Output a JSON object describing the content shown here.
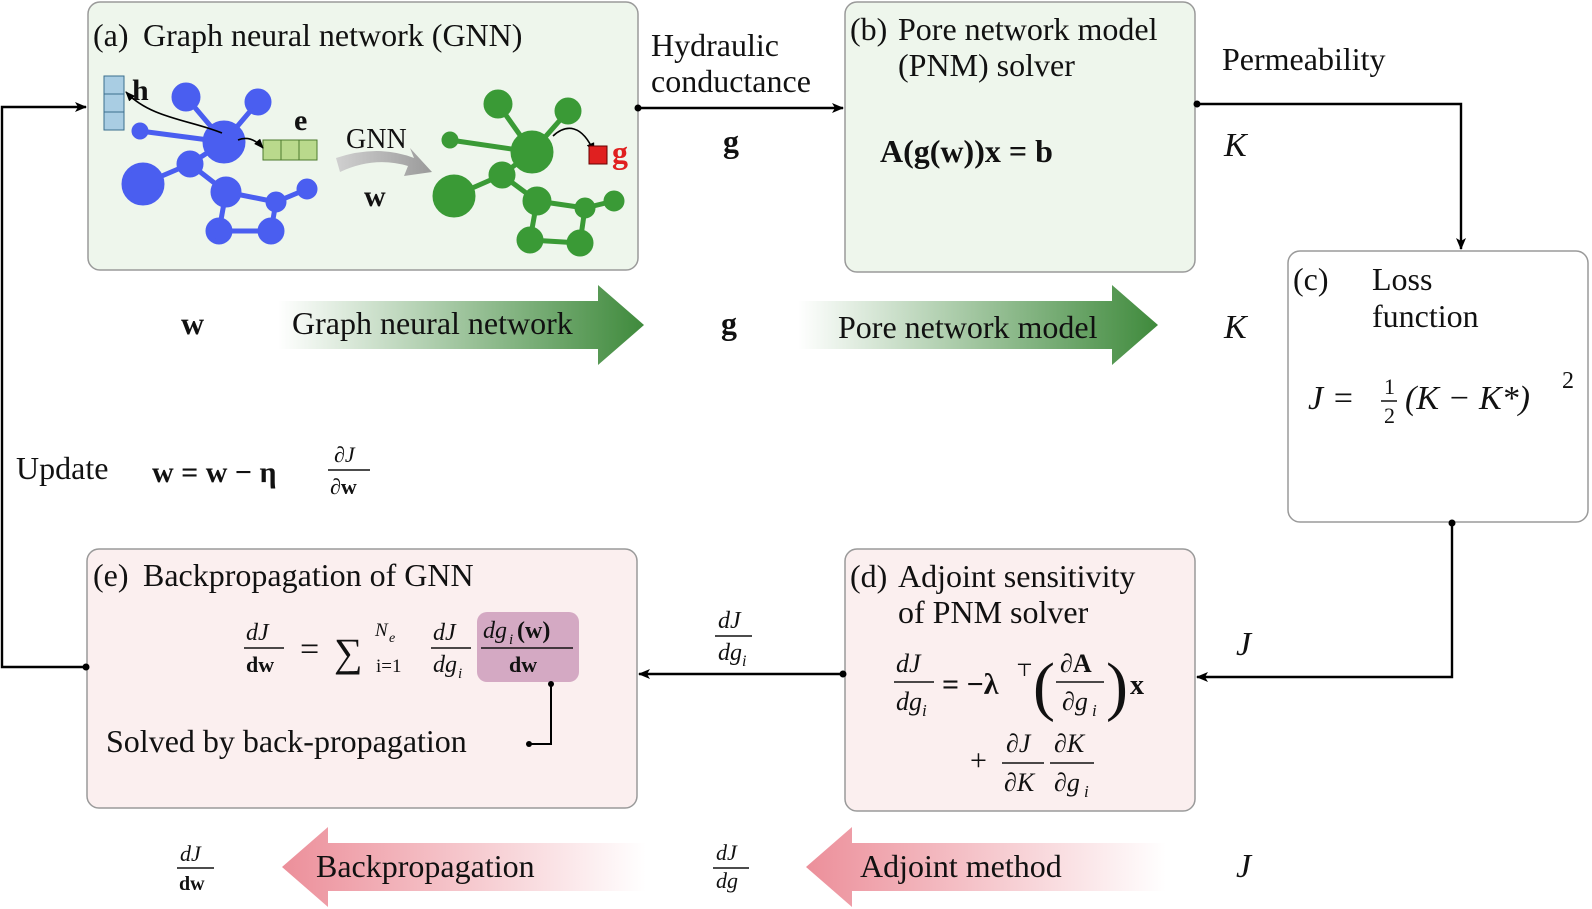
{
  "panels": {
    "a": {
      "label": "(a)",
      "title": "Graph neural network (GNN)",
      "node_feature": "h",
      "edge_feature": "e",
      "gnn_arrow": "GNN",
      "weights": "w",
      "output": "g"
    },
    "b": {
      "label": "(b)",
      "title_line1": "Pore network model",
      "title_line2": "(PNM) solver",
      "equation": "A(g(w))x = b"
    },
    "c": {
      "label": "(c)",
      "title_line1": "Loss",
      "title_line2": "function",
      "equation_lhs": "J =",
      "frac_num": "1",
      "frac_den": "2",
      "equation_rhs": "(K − K*)",
      "exponent": "2"
    },
    "d": {
      "label": "(d)",
      "title_line1": "Adjoint sensitivity",
      "title_line2": "of PNM solver",
      "lhs_num": "dJ",
      "lhs_den": "dg",
      "lhs_den_sub": "i",
      "eq_mid": "= −λ",
      "transpose": "⊤",
      "mid_num": "∂A",
      "mid_den": "∂g",
      "mid_den_sub": "i",
      "eq_x": "x",
      "plus": "+",
      "t1_num": "∂J",
      "t1_den": "∂K",
      "t2_num": "∂K",
      "t2_den": "∂g",
      "t2_den_sub": "i"
    },
    "e": {
      "label": "(e)",
      "title": "Backpropagation of GNN",
      "lhs_num": "dJ",
      "lhs_den": "dw",
      "eq": "=",
      "sum": "∑",
      "sum_upper": "N",
      "sum_upper_sub": "e",
      "sum_lower": "i=1",
      "f1_num": "dJ",
      "f1_den": "dg",
      "f1_den_sub": "i",
      "f2_num": "dg",
      "f2_num_sub": "i",
      "f2_num_rest": "(w)",
      "f2_den": "dw",
      "note": "Solved by back-propagation"
    }
  },
  "connectors": {
    "hydraulic_line1": "Hydraulic",
    "hydraulic_line2": "conductance",
    "g_symbol": "g",
    "permeability": "Permeability",
    "K_symbol": "K",
    "J_symbol": "J",
    "dJdg_num": "dJ",
    "dJdg_den": "dg",
    "dJdg_den_sub": "i",
    "update_label": "Update",
    "update_eq_lhs": "w = w − η",
    "update_num": "∂J",
    "update_den": "∂w"
  },
  "forward_row": {
    "w": "w",
    "gnn_arrow": "Graph neural network",
    "g": "g",
    "pnm_arrow": "Pore network model",
    "K": "K"
  },
  "backward_row": {
    "dJdw_num": "dJ",
    "dJdw_den": "dw",
    "bp_arrow": "Backpropagation",
    "dJdg_num": "dJ",
    "dJdg_den": "dg",
    "adj_arrow": "Adjoint method",
    "J": "J"
  },
  "colors": {
    "forward_panel": "#eef6ec",
    "backward_panel": "#fbefef",
    "forward_arrow": "#3f8a3c",
    "backward_arrow": "#ec9aa3",
    "graph_blue": "#4a5ef0",
    "graph_green": "#3a9a36",
    "output_red": "#e02020",
    "highlight": "#d4a9c3"
  }
}
